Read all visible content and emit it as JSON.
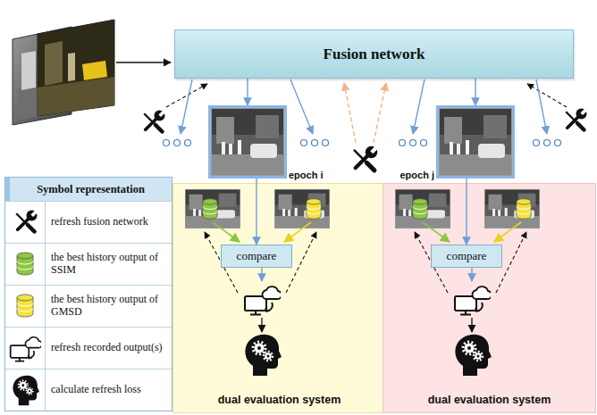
{
  "diagram": {
    "nodes": [
      {
        "text": [
          "Fusion network"
        ]
      },
      {
        "text": [
          "epoch i"
        ]
      },
      {
        "text": [
          "epoch j"
        ]
      },
      {
        "text": [
          "dual evaluation system"
        ]
      },
      {
        "text": [
          "compare"
        ],
        "in": 3
      },
      {
        "text": [
          "dual evaluation system"
        ]
      },
      {
        "text": [
          "compare"
        ],
        "in": 5
      }
    ],
    "edges": [
      {
        "from": 0,
        "to": 1,
        "arrow": "to"
      },
      {
        "from": 0,
        "to": 2,
        "arrow": "to"
      },
      {
        "from": 1,
        "to": 4,
        "arrow": "to"
      },
      {
        "from": 2,
        "to": 6,
        "arrow": "to"
      }
    ],
    "labels": [
      "Symbol representation"
    ],
    "legend": [
      {
        "text": "refresh fusion network"
      },
      {
        "text": "the best history output of SSIM"
      },
      {
        "text": "the best history output of GMSD"
      },
      {
        "text": "refresh recorded output(s)"
      },
      {
        "text": "calculate refresh loss"
      }
    ]
  }
}
